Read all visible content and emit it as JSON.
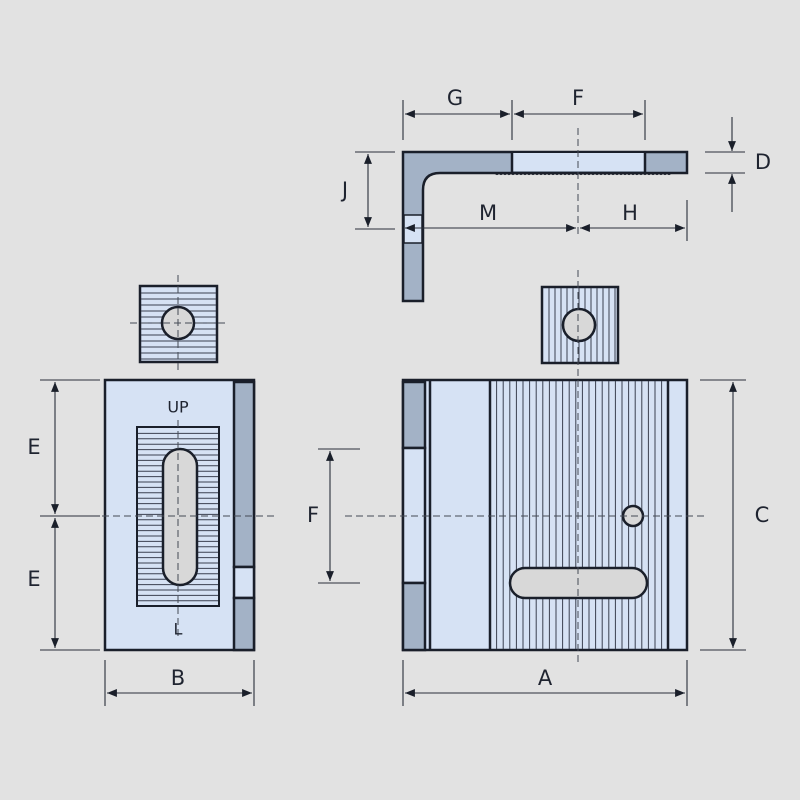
{
  "colors": {
    "background": "#e2e2e2",
    "face": "#d6e2f4",
    "section": "#a3b2c6",
    "hole": "#d8d8d8",
    "line": "#1a1f2a"
  },
  "markings": {
    "up": "UP",
    "l": "L"
  },
  "dimensions": {
    "g": "G",
    "f_top": "F",
    "d": "D",
    "j": "J",
    "m": "M",
    "h": "H",
    "e_upper": "E",
    "e_lower": "E",
    "b": "B",
    "f_side": "F",
    "a": "A",
    "c": "C"
  }
}
